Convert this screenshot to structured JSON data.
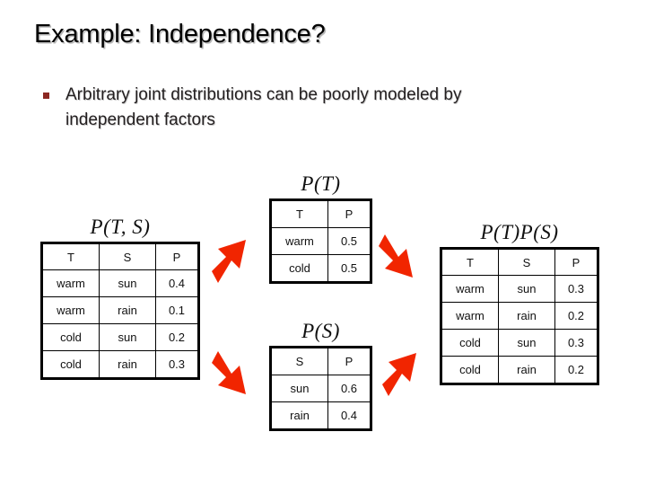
{
  "slide": {
    "title": "Example: Independence?",
    "bullet": {
      "marker_color": "#8C2822",
      "text": "Arbitrary joint distributions can be poorly modeled by independent factors"
    }
  },
  "diagram": {
    "arrow_color": "#F12500",
    "arrows": [
      {
        "name": "arrow-joint-to-pt",
        "direction": "up-right"
      },
      {
        "name": "arrow-joint-to-ps",
        "direction": "down-right"
      },
      {
        "name": "arrow-pt-to-product",
        "direction": "down-right"
      },
      {
        "name": "arrow-ps-to-product",
        "direction": "up-right"
      }
    ],
    "tables": {
      "joint": {
        "label": "P(T, S)",
        "headers": [
          "T",
          "S",
          "P"
        ],
        "rows": [
          [
            "warm",
            "sun",
            "0.4"
          ],
          [
            "warm",
            "rain",
            "0.1"
          ],
          [
            "cold",
            "sun",
            "0.2"
          ],
          [
            "cold",
            "rain",
            "0.3"
          ]
        ]
      },
      "pt": {
        "label": "P(T)",
        "headers": [
          "T",
          "P"
        ],
        "rows": [
          [
            "warm",
            "0.5"
          ],
          [
            "cold",
            "0.5"
          ]
        ]
      },
      "ps": {
        "label": "P(S)",
        "headers": [
          "S",
          "P"
        ],
        "rows": [
          [
            "sun",
            "0.6"
          ],
          [
            "rain",
            "0.4"
          ]
        ]
      },
      "product": {
        "label": "P(T)P(S)",
        "headers": [
          "T",
          "S",
          "P"
        ],
        "rows": [
          [
            "warm",
            "sun",
            "0.3"
          ],
          [
            "warm",
            "rain",
            "0.2"
          ],
          [
            "cold",
            "sun",
            "0.3"
          ],
          [
            "cold",
            "rain",
            "0.2"
          ]
        ]
      }
    }
  }
}
